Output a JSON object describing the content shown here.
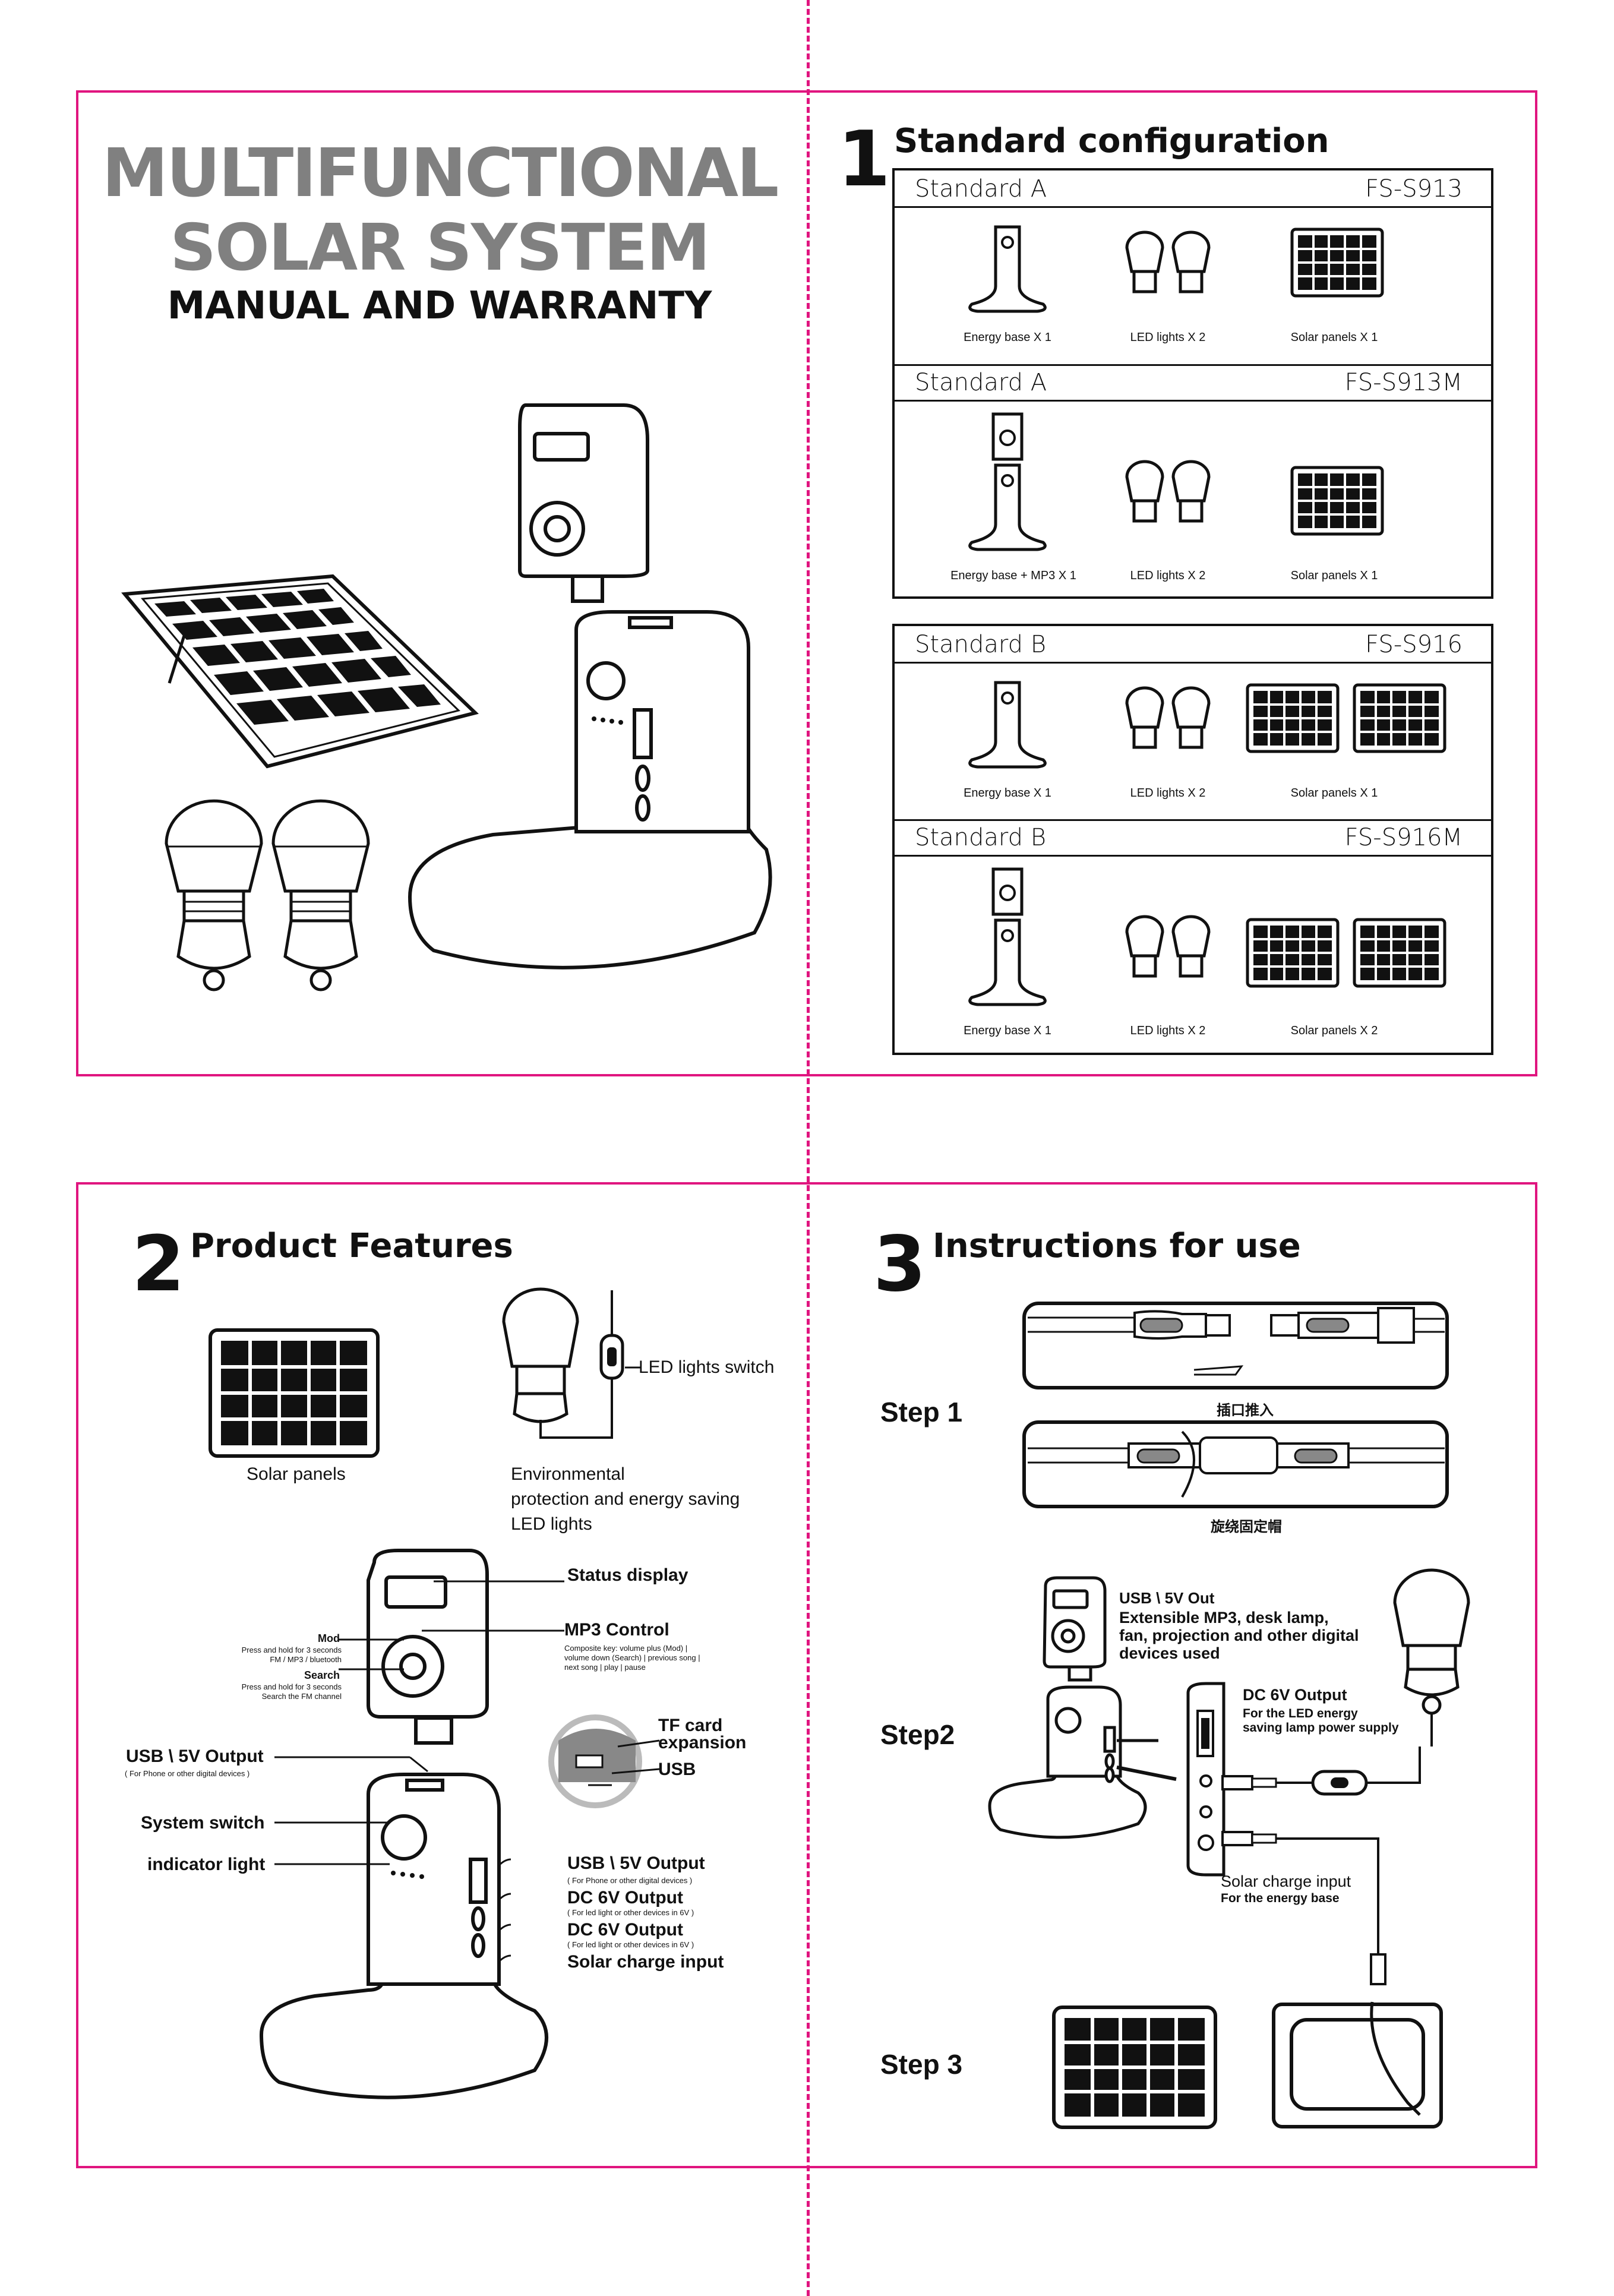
{
  "cover": {
    "title_line1": "MULTIFUNCTIONAL",
    "title_line2": "SOLAR SYSTEM",
    "subtitle": "MANUAL AND WARRANTY"
  },
  "section1": {
    "number": "1",
    "heading": "Standard configuration",
    "configs": [
      {
        "name": "Standard A",
        "model": "FS-S913",
        "items": [
          "Energy base X 1",
          "LED lights X 2",
          "Solar panels X 1"
        ]
      },
      {
        "name": "Standard A",
        "model": "FS-S913M",
        "items": [
          "Energy base  + MP3  X 1",
          "LED lights X 2",
          "Solar panels X 1"
        ]
      },
      {
        "name": "Standard B",
        "model": "FS-S916",
        "items": [
          "Energy base X 1",
          "LED lights X 2",
          "Solar panels X 1"
        ]
      },
      {
        "name": "Standard B",
        "model": "FS-S916M",
        "items": [
          "Energy base X 1",
          "LED lights X 2",
          "Solar panels X 2"
        ]
      }
    ]
  },
  "section2": {
    "number": "2",
    "heading": "Product Features",
    "solar_panels": "Solar panels",
    "led_switch": "LED lights switch",
    "env_line1": "Environmental",
    "env_line2": "protection and energy saving",
    "env_line3": "LED lights",
    "status_display": "Status display",
    "mp3_control": "MP3 Control",
    "mp3_note1": "Composite key: volume plus (Mod) |",
    "mp3_note2": "volume down (Search) | previous song |",
    "mp3_note3": "next song | play | pause",
    "mod": "Mod",
    "mod_note1": "Press and hold for 3 seconds",
    "mod_note2": "FM / MP3 / bluetooth",
    "search": "Search",
    "search_note1": "Press and hold for 3 seconds",
    "search_note2": "Search the FM channel",
    "tf_line1": "TF card",
    "tf_line2": "expansion",
    "usb": "USB",
    "usb_out_left": "USB \\ 5V Output",
    "usb_out_left_note": "( For Phone or other digital devices )",
    "system_switch": "System switch",
    "indicator": "indicator light",
    "usb_out_right": "USB \\ 5V Output",
    "usb_out_right_note": "( For Phone or other digital devices )",
    "dc1": "DC 6V Output",
    "dc1_note": "( For led light or other devices in 6V )",
    "dc2": "DC 6V Output",
    "dc2_note": "( For led light or other devices in 6V )",
    "solar_in": "Solar charge input"
  },
  "section3": {
    "number": "3",
    "heading": "Instructions for use",
    "step1": "Step 1",
    "step2": "Step2",
    "step3": "Step 3",
    "cn_push": "插口推入",
    "cn_twist": "旋绕固定帽",
    "usb_out": "USB \\ 5V Out",
    "ext_line1": "Extensible MP3, desk lamp,",
    "ext_line2": "fan, projection and other digital",
    "ext_line3": "devices used",
    "dc_out": "DC 6V Output",
    "dc_note1": "For the LED energy",
    "dc_note2": "saving lamp power supply",
    "solar_in": "Solar charge input",
    "solar_note": "For the energy base"
  },
  "colors": {
    "trim": "#e0157f",
    "title_grey": "#808080",
    "ink": "#111111"
  }
}
